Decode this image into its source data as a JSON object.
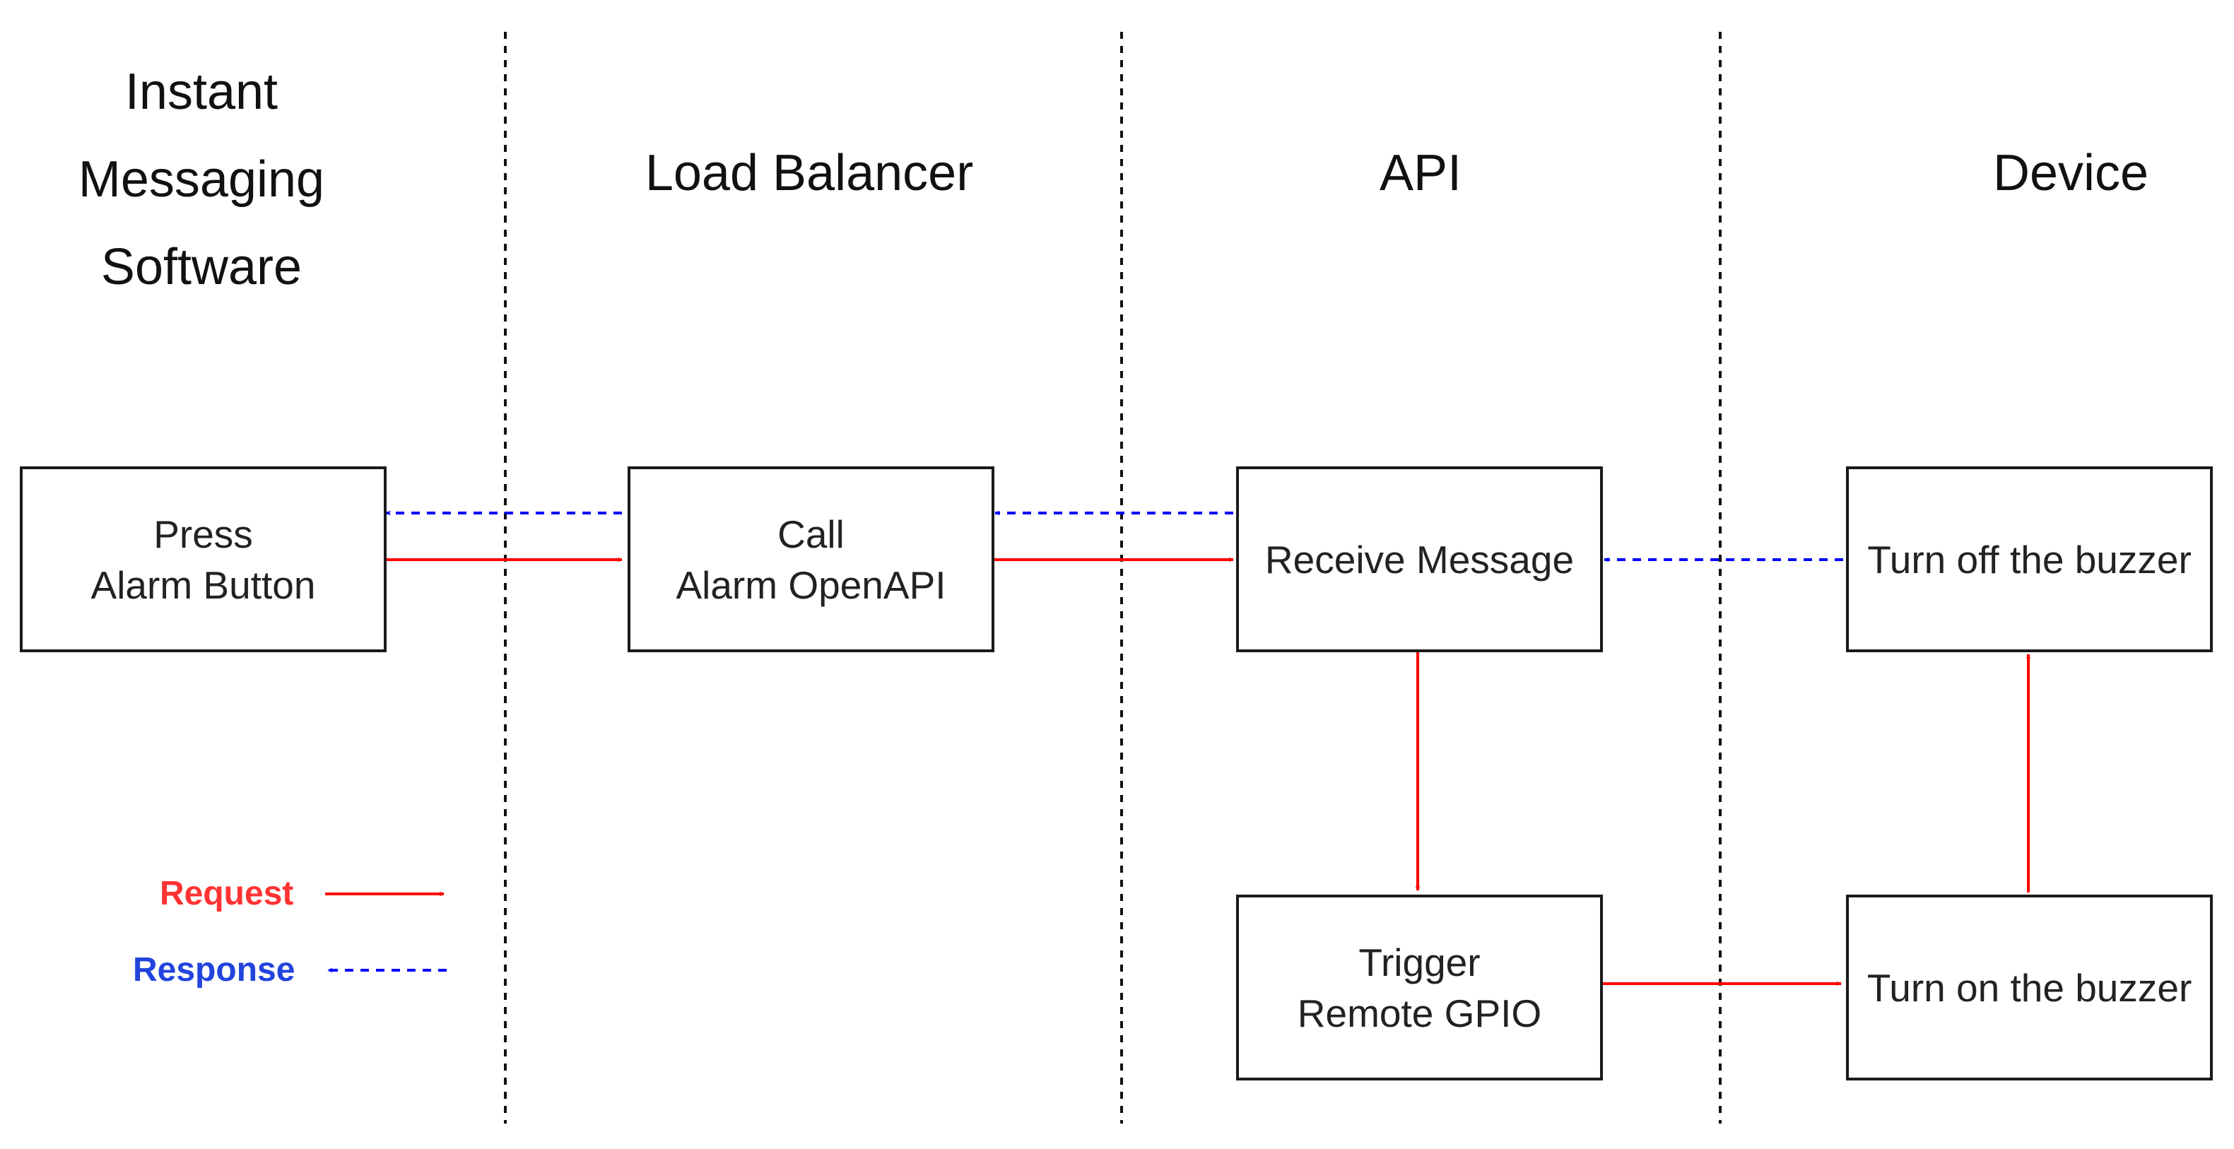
{
  "colors": {
    "request": "#ff0000",
    "response": "#0000ff",
    "box_border": "#1a1a1a",
    "divider": "#111111"
  },
  "lanes": [
    {
      "id": "im",
      "title": "Instant\nMessaging\nSoftware"
    },
    {
      "id": "lb",
      "title": "Load Balancer"
    },
    {
      "id": "api",
      "title": "API"
    },
    {
      "id": "device",
      "title": "Device"
    }
  ],
  "nodes": {
    "press_alarm": "Press\nAlarm Button",
    "call_openapi": "Call\nAlarm OpenAPI",
    "receive_message": "Receive Message",
    "turn_off_buzzer": "Turn off the buzzer",
    "trigger_gpio": "Trigger\nRemote GPIO",
    "turn_on_buzzer": "Turn on the buzzer"
  },
  "edges": [
    {
      "from": "press_alarm",
      "to": "call_openapi",
      "kind": "request"
    },
    {
      "from": "call_openapi",
      "to": "receive_message",
      "kind": "request"
    },
    {
      "from": "receive_message",
      "to": "trigger_gpio",
      "kind": "request"
    },
    {
      "from": "trigger_gpio",
      "to": "turn_on_buzzer",
      "kind": "request"
    },
    {
      "from": "turn_on_buzzer",
      "to": "turn_off_buzzer",
      "kind": "request"
    },
    {
      "from": "turn_off_buzzer",
      "to": "receive_message",
      "kind": "response"
    },
    {
      "from": "receive_message",
      "to": "call_openapi",
      "kind": "response"
    },
    {
      "from": "call_openapi",
      "to": "press_alarm",
      "kind": "response"
    }
  ],
  "legend": {
    "request_label": "Request",
    "response_label": "Response"
  }
}
